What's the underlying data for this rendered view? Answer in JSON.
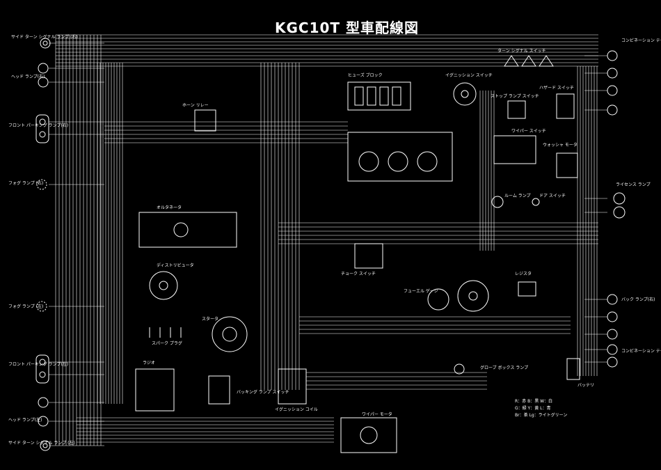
{
  "title": "KGC10T 型車配線図",
  "labels_left": [
    "サイド ターン シグナル ランプ (右)",
    "ヘッド ランプ(右)",
    "フロント パーキング ランプ(右)",
    "フォグ ランプ (右)",
    "フォグ ランプ (左)",
    "フロント パーキング ランプ(左)",
    "ヘッド ランプ(左)",
    "サイド ターン シグナル ランプ (左)"
  ],
  "labels_right": [
    "コンビネーション テール ランプ(右)",
    "ライセンス ランプ",
    "バック ランプ(右)",
    "コンビネーション テール ランプ(左)"
  ],
  "components": [
    "ヒューズ ブロック",
    "イグニッション スイッチ",
    "ターン シグナル スイッチ",
    "ワイパー スイッチ",
    "ワイパー モータ",
    "ホーン リレー",
    "スタータ",
    "オルタネータ",
    "ディストリビュータ",
    "スパーク プラグ",
    "イグニッション コイル",
    "バッテリ",
    "フューエル ゲージ",
    "ストップ ランプ スイッチ",
    "ハザード スイッチ",
    "ルーム ランプ",
    "ドア スイッチ",
    "ウォッシャ モータ",
    "バッキング ランプ スイッチ",
    "チョーク スイッチ",
    "グローブ ボックス ランプ",
    "レジスタ",
    "ラジオ"
  ],
  "legend": [
    "R：赤  B：黒  W：白",
    "G：緑  Y：黄  L：青",
    "Br：茶  Lg：ライトグリーン"
  ],
  "colors": {
    "background": "#000000",
    "line": "#ffffff"
  }
}
